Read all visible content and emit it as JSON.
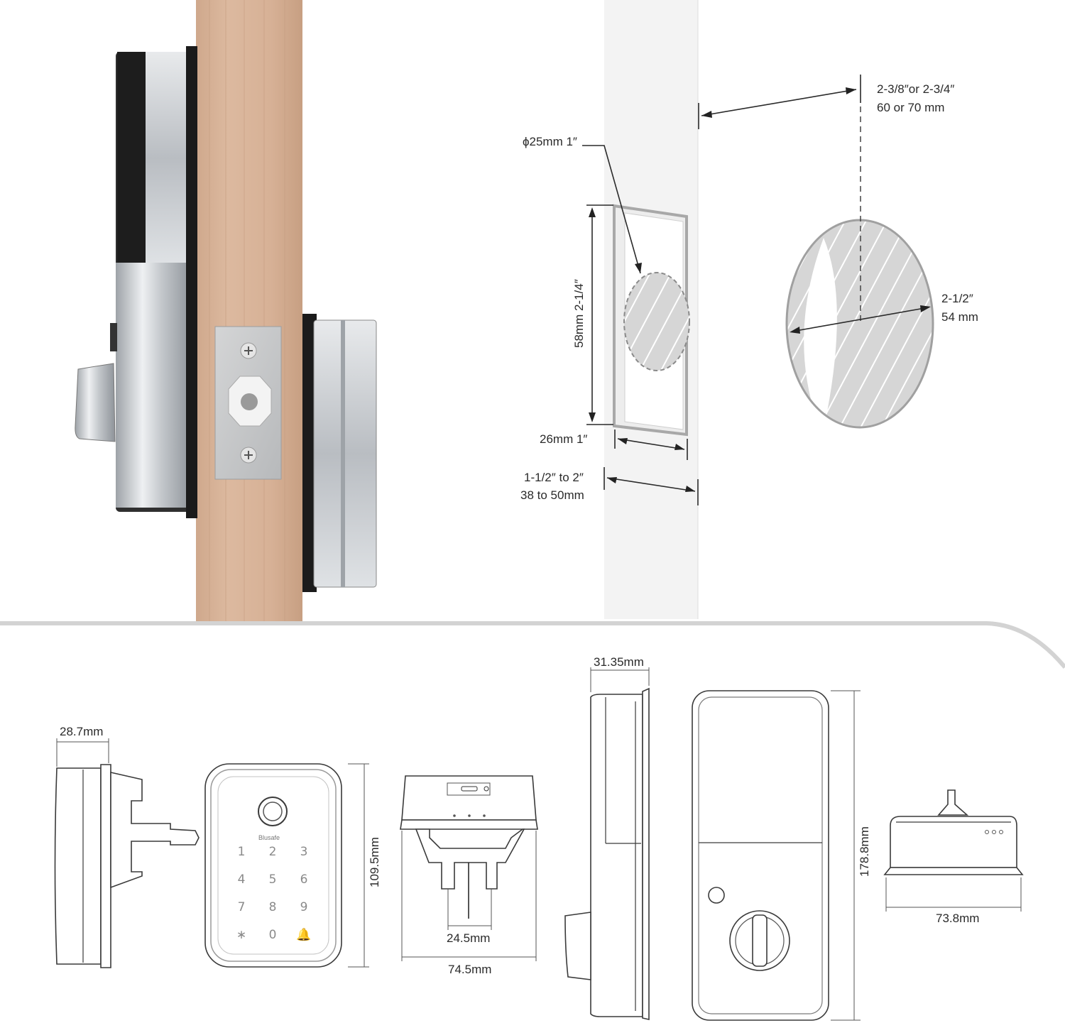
{
  "install": {
    "backset": [
      "2-3/8″or 2-3/4″",
      "60 or 70 mm"
    ],
    "latch_hole": "ϕ25mm 1″",
    "faceplate_height": "58mm 2-1/4″",
    "faceplate_width": "26mm 1″",
    "door_thickness": [
      "1-1/2″ to 2″",
      "38 to 50mm"
    ],
    "bore_hole": [
      "2-1/2″",
      "54 mm"
    ]
  },
  "dimensions": {
    "exterior_depth": "28.7mm",
    "exterior_height": "109.5mm",
    "exterior_bottom_width": "74.5mm",
    "tailpiece_spacing": "24.5mm",
    "interior_depth": "31.35mm",
    "interior_height": "178.8mm",
    "interior_bottom_width": "73.8mm"
  },
  "keypad": {
    "brand": "Blusafe",
    "keys": [
      "1",
      "2",
      "3",
      "4",
      "5",
      "6",
      "7",
      "8",
      "9",
      "∗",
      "0",
      "🔔"
    ]
  },
  "colors": {
    "door_wood": "#d8b49a",
    "metal": "#c9ccd0",
    "lock_body": "#3b3b3b",
    "outline": "#3a3a3a",
    "hatch_fill": "#d6d6d6"
  },
  "icons": [
    "fingerprint-icon",
    "bell-icon",
    "screw-icon",
    "thumb-turn-icon",
    "usb-port-icon"
  ]
}
